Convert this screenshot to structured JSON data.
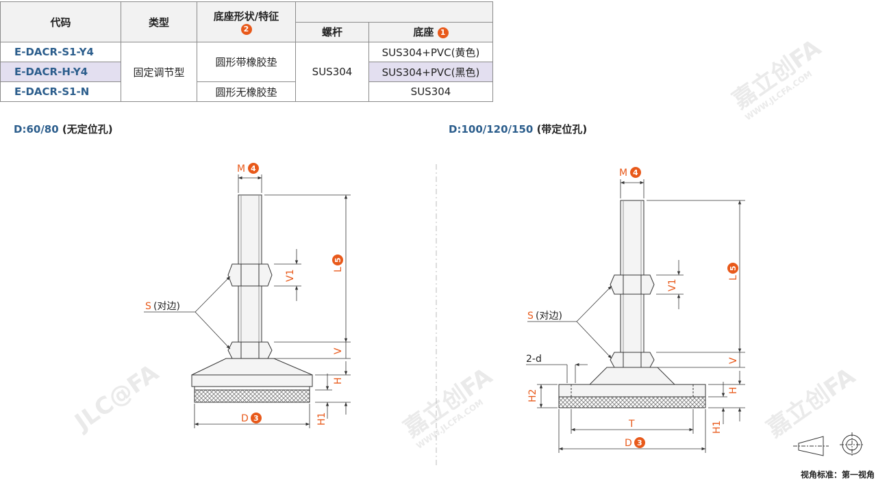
{
  "table": {
    "headers": {
      "code": "代码",
      "type": "类型",
      "base_shape": "底座形状/特征",
      "base_shape_badge": "2",
      "screw": "螺杆",
      "base": "底座",
      "base_badge": "1"
    },
    "rows": [
      {
        "code": "E-DACR-S1-Y4",
        "base": "SUS304+PVC(黄色)"
      },
      {
        "code": "E-DACR-H-Y4",
        "base": "SUS304+PVC(黑色)"
      },
      {
        "code": "E-DACR-S1-N",
        "base": "SUS304"
      }
    ],
    "type_value": "固定调节型",
    "shape_rubber": "圆形带橡胶垫",
    "shape_no_rubber": "圆形无橡胶垫",
    "screw_value": "SUS304"
  },
  "left_section": {
    "title_code": "D:60/80",
    "title_text": " (无定位孔)"
  },
  "right_section": {
    "title_code": "D:100/120/150",
    "title_text": " (带定位孔)"
  },
  "labels": {
    "M": "M",
    "M_badge": "4",
    "L": "L",
    "L_badge": "5",
    "D": "D",
    "D_badge": "3",
    "V1": "V1",
    "V": "V",
    "H": "H",
    "H1": "H1",
    "H2": "H2",
    "T": "T",
    "S": "S",
    "S_text": "(对边)",
    "two_d": "2-d"
  },
  "watermark": {
    "brand": "JLC@FA",
    "cn": "嘉立创FA",
    "url": "WWW.JLCFA.COM"
  },
  "footer": "视角标准：第一视角",
  "colors": {
    "accent": "#e8591a",
    "code_blue": "#2b5d8c",
    "highlight_row": "#e3dff0",
    "dim_line": "#333333"
  }
}
